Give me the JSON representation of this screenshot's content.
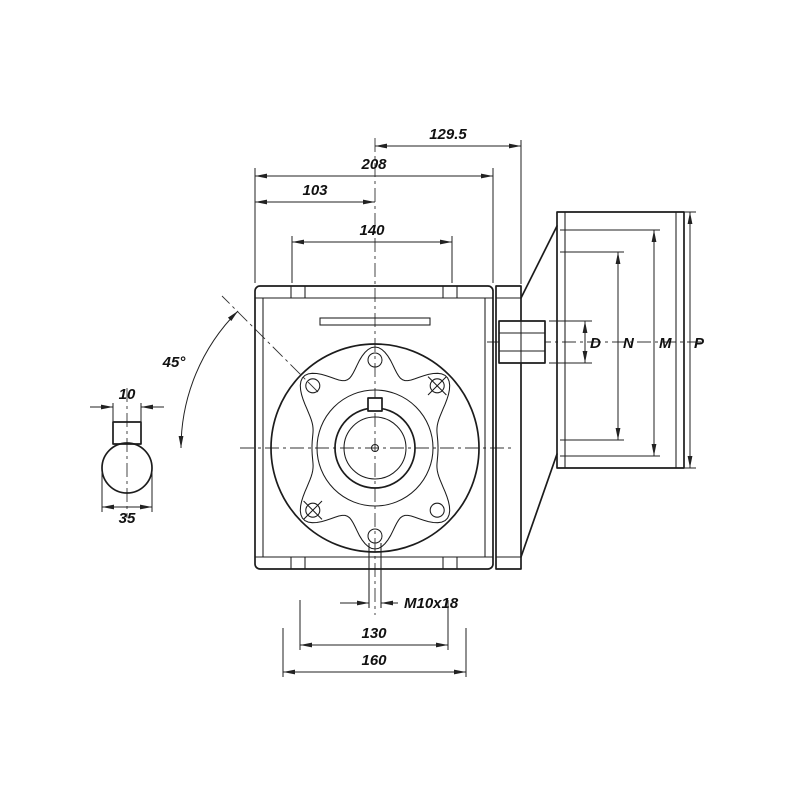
{
  "dims": {
    "top_offset": "129.5",
    "overall_width": "208",
    "center_to_left": "103",
    "flange_width_top": "140",
    "plug_angle": "45°",
    "plug_stem_width": "10",
    "plug_body_width": "35",
    "shaft_bore": "D",
    "spigot_dia": "N",
    "bolt_circle_dia": "M",
    "flange_dia": "P",
    "tapped_hole": "M10x18",
    "bolt_spacing": "130",
    "base_width": "160"
  },
  "colors": {
    "line": "#1c1c1c",
    "background": "#ffffff"
  }
}
